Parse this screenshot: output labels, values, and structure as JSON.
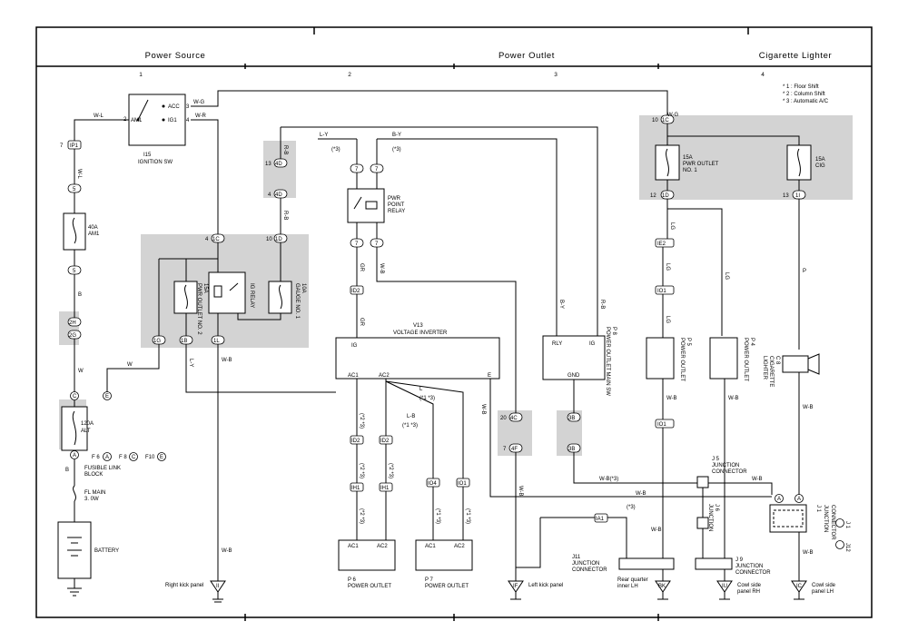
{
  "sections": [
    {
      "title": "Power Source",
      "number": "1"
    },
    {
      "title": "Power Outlet",
      "number": "2"
    },
    {
      "title": "",
      "number": "3"
    },
    {
      "title": "Cigarette Lighter",
      "number": "4"
    }
  ],
  "notes": [
    "* 1 : Floor Shift",
    "* 2 : Column Shift",
    "* 3 : Automatic A/C"
  ],
  "components": {
    "ignition": {
      "id": "I15",
      "name": "IGNITION SW",
      "acc": "ACC",
      "ig1": "IG1",
      "am1": "AM1",
      "p2": "2",
      "p3": "3",
      "p4": "4"
    },
    "am1_fuse": {
      "rating": "40A",
      "name": "AM1"
    },
    "alt_fuse": {
      "rating": "120A",
      "name": "ALT"
    },
    "fusible": {
      "label1": "FUSIBLE LINK",
      "label2": "BLOCK",
      "f6": "F 6",
      "f8": "F 8",
      "f10": "F10",
      "a": "A",
      "c": "C",
      "e": "E",
      "b": "B"
    },
    "fl_main": {
      "label1": "FL MAIN",
      "label2": "3. 0W"
    },
    "battery": {
      "name": "BATTERY"
    },
    "pwr_outlet_no2": {
      "rating": "15A",
      "name": "PWR OUTLET NO. 2"
    },
    "ig_relay": {
      "name": "IG RELAY"
    },
    "gauge_fuse": {
      "rating": "10A",
      "name": "GAUGE NO. 1"
    },
    "pwr_relay": {
      "line1": "PWR",
      "line2": "POINT",
      "line3": "RELAY"
    },
    "inverter": {
      "id": "V13",
      "name": "VOLTAGE INVERTER",
      "ig": "IG",
      "ac1": "AC1",
      "ac2": "AC2",
      "e": "E"
    },
    "main_sw": {
      "id": "P 8",
      "name": "POWER OUTLET MAIN SW",
      "rly": "RLY",
      "ig": "IG",
      "gnd": "GND"
    },
    "pwr_outlet_no1": {
      "rating": "15A",
      "line1": "PWR OUTLET",
      "line2": "NO. 1"
    },
    "cig_fuse": {
      "rating": "15A",
      "name": "CIG"
    },
    "p5": {
      "id": "P 5",
      "name": "POWER OUTLET"
    },
    "p4": {
      "id": "P 4",
      "name": "POWER OUTLET"
    },
    "c8": {
      "id": "C 8",
      "line1": "CIGARETTE",
      "line2": "LIGHTER"
    },
    "p6": {
      "id": "P 6",
      "name": "POWER OUTLET",
      "ac1": "AC1",
      "ac2": "AC2"
    },
    "p7": {
      "id": "P 7",
      "name": "POWER OUTLET",
      "ac1": "AC1",
      "ac2": "AC2"
    },
    "j5": {
      "id": "J 5",
      "line1": "JUNCTION",
      "line2": "CONNECTOR"
    },
    "j6": {
      "id": "J 6",
      "line1": "JUNCTION",
      "line2": "CONNECTOR"
    },
    "j11": {
      "id": "J11",
      "line1": "JUNCTION",
      "line2": "CONNECTOR"
    },
    "j9": {
      "id": "J 9",
      "line1": "JUNCTION",
      "line2": "CONNECTOR"
    },
    "j1": {
      "id": "J 1",
      "line1": "JUNCTION",
      "line2": "CONNECTOR"
    },
    "j1b": "J 1",
    "j12": "J12"
  },
  "connectors": {
    "ip1": "IP1",
    "e5": "5",
    "c2h": "2H",
    "c2g": "2G",
    "c1c": "1C",
    "c1d": "1D",
    "c1g": "1G",
    "c1b": "1B",
    "c1l": "1L",
    "c4d": "4D",
    "c7": "7",
    "id2": "ID2",
    "ie2": "IE2",
    "io1": "IO1",
    "ih1": "IH1",
    "io4": "IO4",
    "c4c": "4C",
    "c4f": "4F",
    "c3b": "3B",
    "ia1": "IA1",
    "c1i": "1I",
    "ii": "II",
    "bk": "BK",
    "iu": "IU",
    "ic": "IC",
    "if_": "IF"
  },
  "wires": {
    "wl": "W-L",
    "wg": "W-G",
    "wr": "W-R",
    "b": "B",
    "w": "W",
    "wb": "W-B",
    "rb": "R-B",
    "ly": "L-Y",
    "by": "B-Y",
    "gr": "GR",
    "lg": "LG",
    "p": "P",
    "l": "L",
    "lb": "L-B",
    "wb3": "W-B(*3)",
    "s3": "(*3)",
    "s1": "(*1)",
    "s2": "(*2)",
    "s23": "(*2 *3)",
    "s13": "(*1 *3)",
    "s13b": "(*1 *3)",
    "ry": "R-B",
    "dot": "·"
  },
  "grounds": {
    "right_kick": "Right kick panel",
    "left_kick": "Left kick panel",
    "rear_q1": "Rear quarter",
    "rear_q2": "inner LH",
    "cowl_rh1": "Cowl side",
    "cowl_rh2": "panel RH",
    "cowl_lh1": "Cowl side",
    "cowl_lh2": "panel LH"
  }
}
